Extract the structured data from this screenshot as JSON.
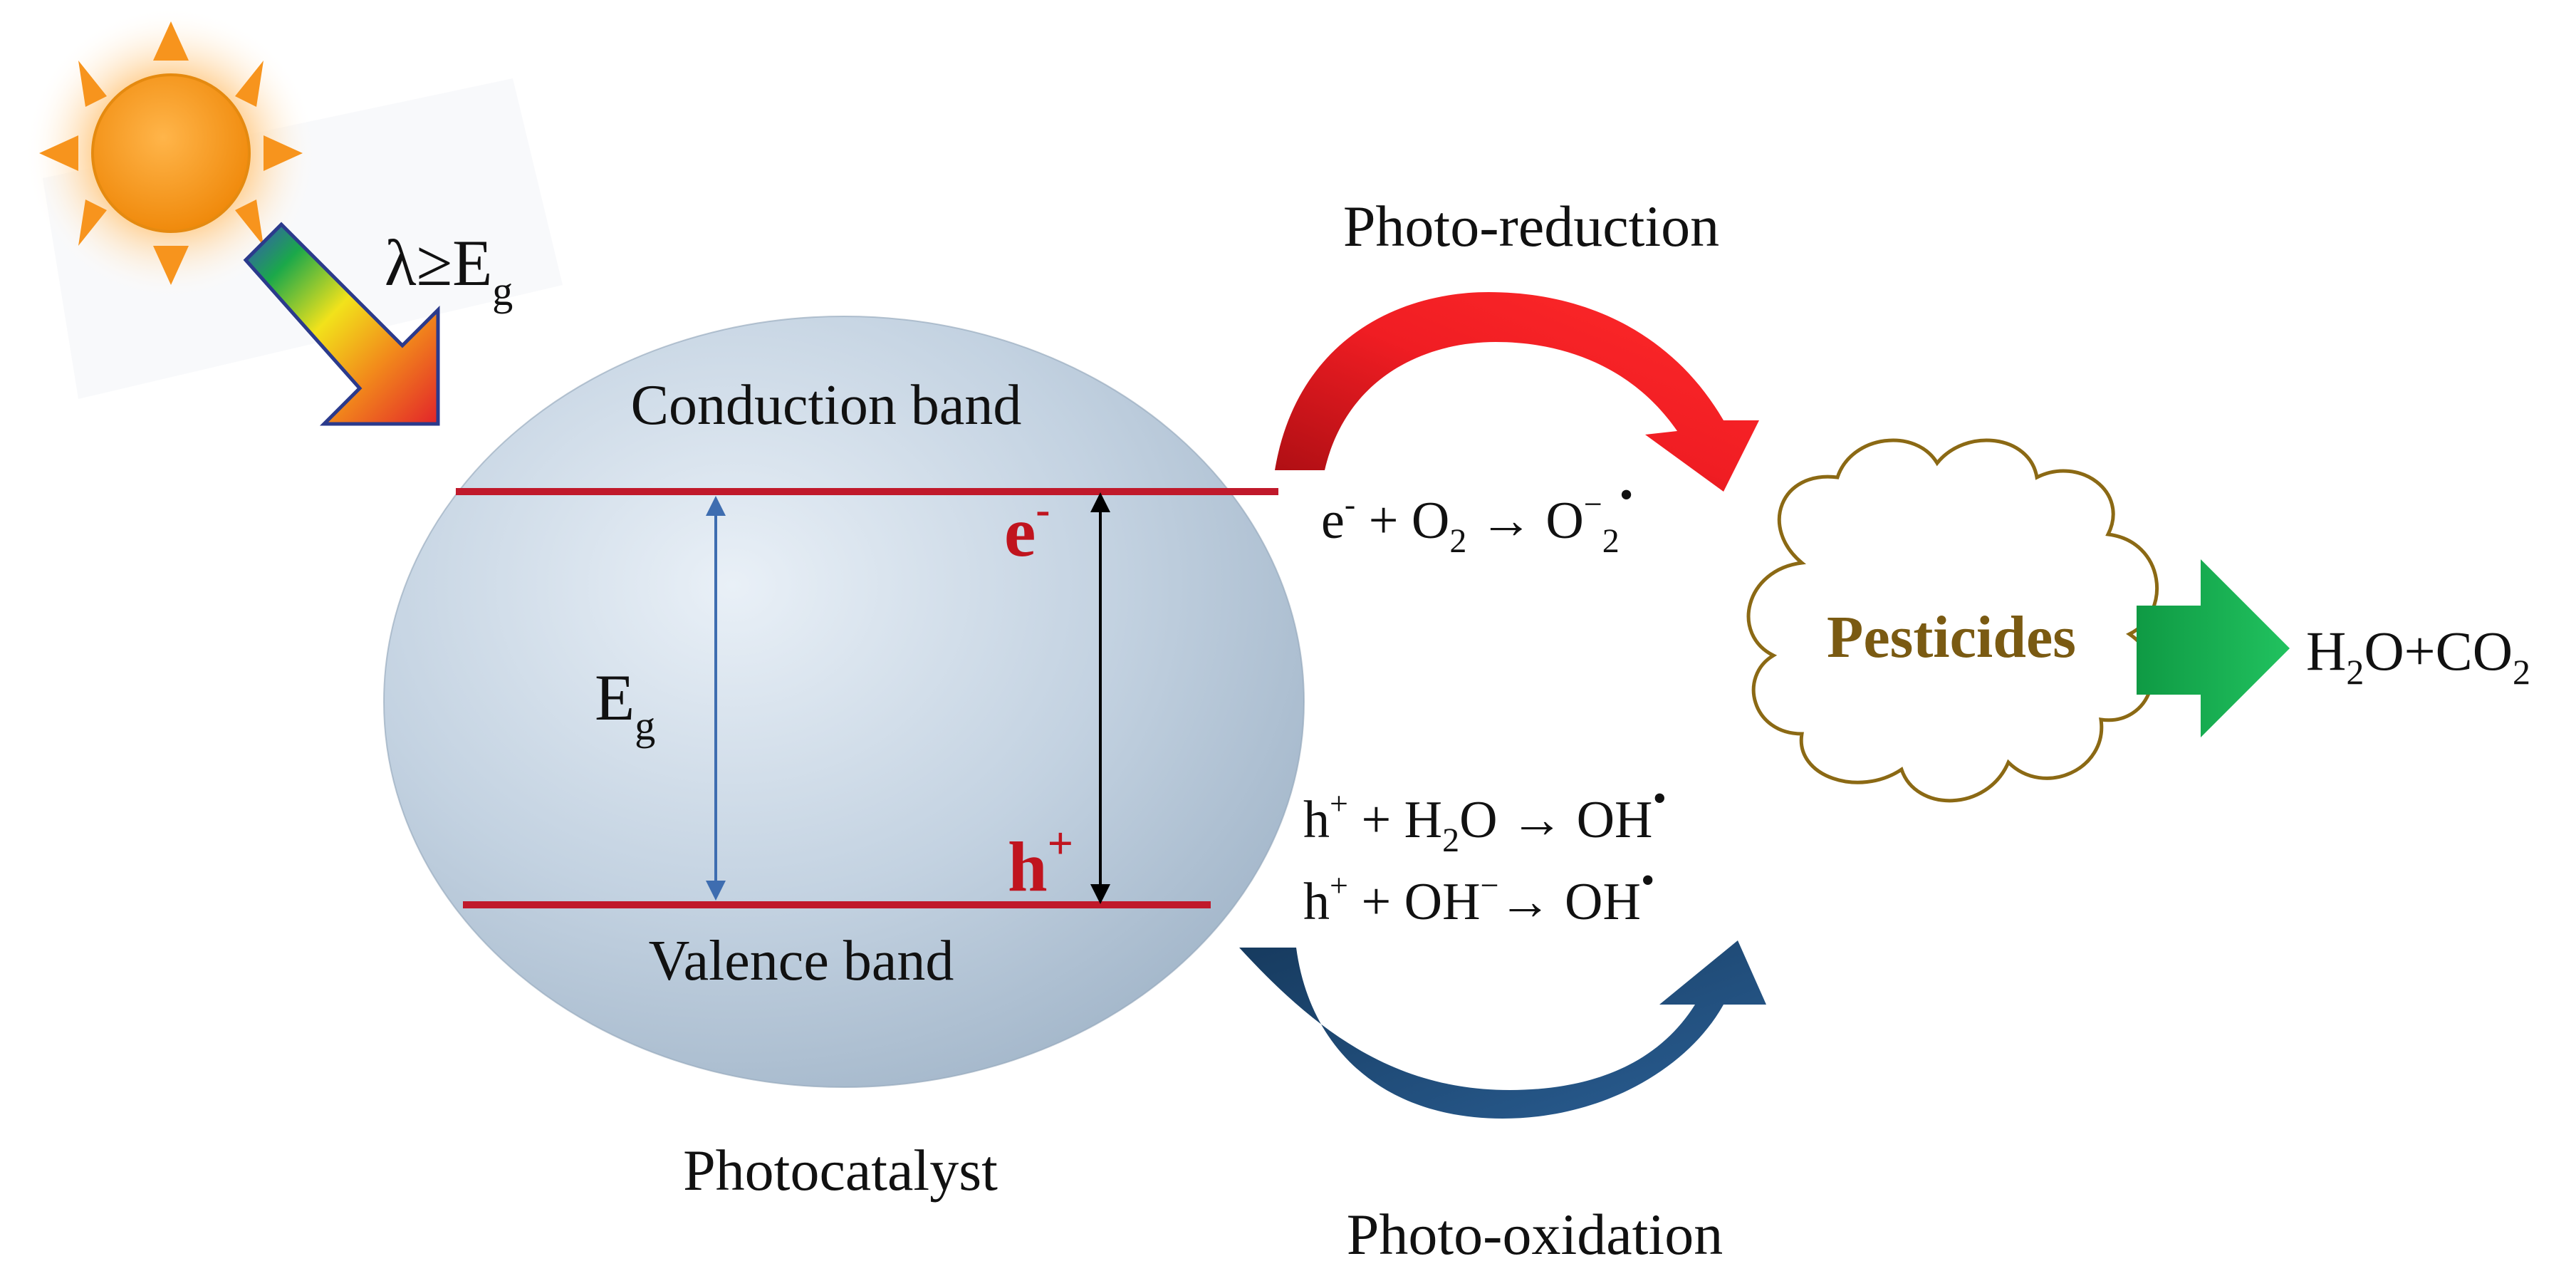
{
  "diagram": {
    "light_condition": {
      "lambda": "λ≥E",
      "sub": "g"
    },
    "conduction_band": "Conduction band",
    "valence_band": "Valence band",
    "band_gap": {
      "main": "E",
      "sub": "g"
    },
    "electron": {
      "main": "e",
      "sup": "-"
    },
    "hole": {
      "main": "h",
      "sup": "+"
    },
    "photocatalyst": "Photocatalyst",
    "photo_reduction": "Photo-reduction",
    "photo_oxidation": "Photo-oxidation",
    "reaction_reduction": {
      "e": "e",
      "e_sup": "-",
      "plus_o": " + O",
      "o2_sub": "2",
      "arrow_o": " → O",
      "o_sup": "−",
      "o_sub": "2",
      "radical": "•"
    },
    "reaction_oxidation_1": {
      "h": "h",
      "h_sup": "+",
      "plus_h": " + H",
      "h2_sub": "2",
      "rest": "O → OH",
      "radical": "•"
    },
    "reaction_oxidation_2": {
      "h": "h",
      "h_sup": "+",
      "mid": " + OH",
      "oh_sup": "−",
      "rest": "→ OH",
      "radical": "•"
    },
    "pesticides": "Pesticides",
    "products": {
      "h": "H",
      "h_sub": "2",
      "mid": "O+CO",
      "co_sub": "2"
    },
    "colors": {
      "band_line": "#c0192b",
      "carrier_text": "#c0141e",
      "reduction_arrow": "#e3141b",
      "oxidation_arrow": "#1f4e79",
      "pesticide_text": "#7a5a12",
      "cloud_outline": "#8b6914",
      "product_arrow": "#1aaf54",
      "sphere": "#b7c8d9",
      "sun": "#f7941d"
    }
  }
}
